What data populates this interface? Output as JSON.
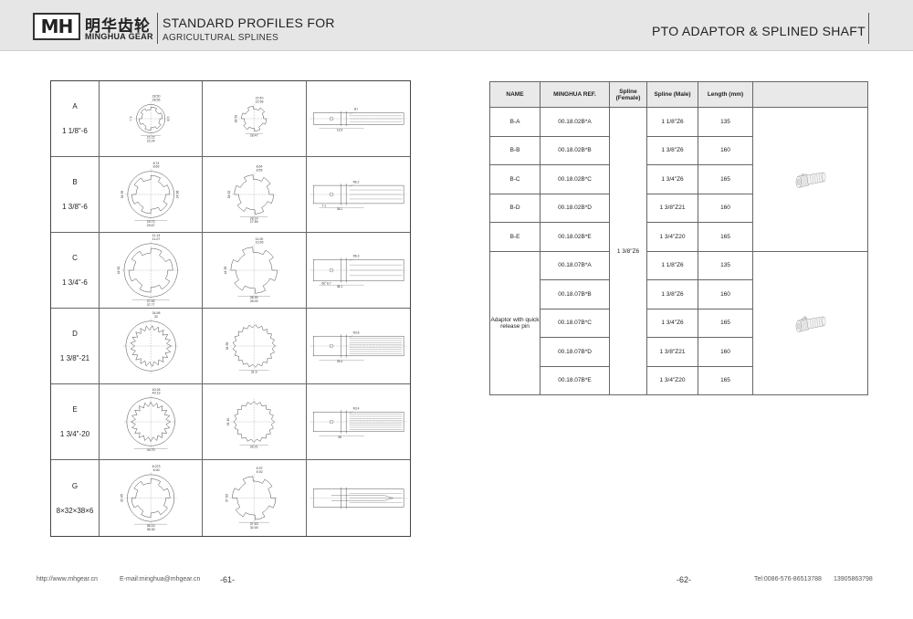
{
  "header": {
    "logo_text": "MH",
    "brand_cn": "明华齿轮",
    "brand_en": "MINGHUA GEAR",
    "title_line1": "STANDARD PROFILES FOR",
    "title_line2": "AGRICULTURAL SPLINES",
    "title_right": "PTO ADAPTOR & SPLINED SHAFT"
  },
  "profiles": [
    {
      "code": "A",
      "size": "1 1/8\"-6",
      "female_dims": [
        "28.50",
        "28.55",
        "22.22",
        "22.24",
        "7.9",
        "8.0"
      ],
      "male_dims": [
        "22.40",
        "22.58",
        "28.52",
        "28.47"
      ],
      "shaft_dims": [
        "R7",
        "13.9"
      ]
    },
    {
      "code": "B",
      "size": "1 3/8\"-6",
      "female_dims": [
        "8.74",
        "8.69",
        "29.72",
        "29.67",
        "34.95",
        "34.98"
      ],
      "male_dims": [
        "8.64",
        "8.59",
        "34.62",
        "28.14",
        "27.89"
      ],
      "shaft_dims": [
        "R6.2",
        "7.1",
        "38.1"
      ]
    },
    {
      "code": "C",
      "size": "1 3/4\"-6",
      "female_dims": [
        "11.13",
        "11.07",
        "37.82",
        "37.77",
        "44.62"
      ],
      "male_dims": [
        "11.00",
        "10.95",
        "44.35",
        "36.30",
        "35.00"
      ],
      "shaft_dims": [
        "R6.3",
        "60°",
        "8.7",
        "38.1"
      ]
    },
    {
      "code": "D",
      "size": "1 3/8\"-21",
      "female_dims": [
        "34.98",
        "32"
      ],
      "male_dims": [
        "34.55",
        "31.5"
      ],
      "shaft_dims": [
        "R3.8",
        "25.4"
      ]
    },
    {
      "code": "E",
      "size": "1 3/4\"-20",
      "female_dims": [
        "40.28",
        "40.13",
        "44.70"
      ],
      "male_dims": [
        "44.40",
        "39.21"
      ],
      "shaft_dims": [
        "R3.4",
        "38"
      ]
    },
    {
      "code": "G",
      "size": "8×32×38×6",
      "female_dims": [
        "6.073",
        "6.00",
        "38.10",
        "38.30",
        "32.05"
      ],
      "male_dims": [
        "5.97",
        "5.92",
        "37.63",
        "37.63",
        "32.00"
      ],
      "shaft_dims": []
    }
  ],
  "table": {
    "headers": [
      "NAME",
      "MINGHUA REF.",
      "Spline (Female)",
      "Spline (Male)",
      "Length (mm)",
      ""
    ],
    "female_spline": "1 3/8\"Z6",
    "group1": [
      {
        "name": "B-A",
        "ref": "00.18.02B*A",
        "male": "1 1/8\"Z6",
        "length": "135"
      },
      {
        "name": "B-B",
        "ref": "00.18.02B*B",
        "male": "1 3/8\"Z6",
        "length": "160"
      },
      {
        "name": "B-C",
        "ref": "00.18.02B*C",
        "male": "1 3/4\"Z6",
        "length": "165"
      },
      {
        "name": "B-D",
        "ref": "00.18.02B*D",
        "male": "1 3/8\"Z21",
        "length": "160"
      },
      {
        "name": "B-E",
        "ref": "00.18.02B*E",
        "male": "1 3/4\"Z20",
        "length": "165"
      }
    ],
    "group2_name": "Adaptor with quick release pin",
    "group2": [
      {
        "ref": "00.18.07B*A",
        "male": "1 1/8\"Z6",
        "length": "135"
      },
      {
        "ref": "00.18.07B*B",
        "male": "1 3/8\"Z6",
        "length": "160"
      },
      {
        "ref": "00.18.07B*C",
        "male": "1 3/4\"Z6",
        "length": "165"
      },
      {
        "ref": "00.18.07B*D",
        "male": "1 3/8\"Z21",
        "length": "160"
      },
      {
        "ref": "00.18.07B*E",
        "male": "1 3/4\"Z20",
        "length": "165"
      }
    ]
  },
  "footer": {
    "website": "http://www.mhgear.cn",
    "email": "E-mail:minghua@mhgear.cn",
    "page_left": "-61-",
    "page_right": "-62-",
    "tel": "Tel:0086-576-86513788",
    "mobile": "13905863798"
  },
  "colors": {
    "header_bg": "#e6e6e6",
    "table_header_bg": "#e9e9e9",
    "line": "#444444"
  }
}
